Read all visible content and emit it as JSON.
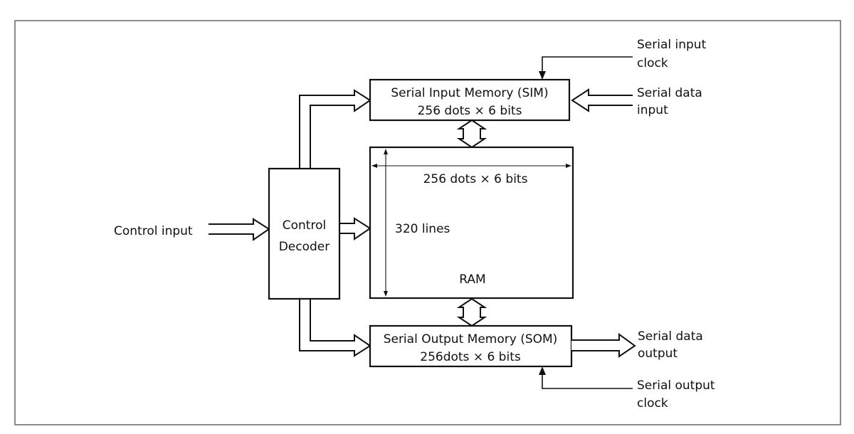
{
  "diagram": {
    "type": "block-diagram",
    "blocks": {
      "sim": {
        "line1": "Serial Input Memory (SIM)",
        "line2": "256 dots × 6 bits"
      },
      "ram": {
        "width_label": "256 dots × 6 bits",
        "height_label": "320 lines",
        "name": "RAM"
      },
      "som": {
        "line1": "Serial Output Memory (SOM)",
        "line2": "256dots × 6 bits"
      },
      "decoder": {
        "line1": "Control",
        "line2": "Decoder"
      }
    },
    "signals": {
      "control_input": "Control input",
      "serial_input_clock": {
        "line1": "Serial input",
        "line2": "clock"
      },
      "serial_data_input": {
        "line1": "Serial data",
        "line2": "input"
      },
      "serial_data_output": {
        "line1": "Serial data",
        "line2": "output"
      },
      "serial_output_clock": {
        "line1": "Serial output",
        "line2": "clock"
      }
    },
    "connections": [
      {
        "from": "Control input",
        "to": "Control Decoder",
        "kind": "bus"
      },
      {
        "from": "Control Decoder",
        "to": "Serial Input Memory (SIM)",
        "kind": "bus"
      },
      {
        "from": "Control Decoder",
        "to": "RAM",
        "kind": "bus"
      },
      {
        "from": "Control Decoder",
        "to": "Serial Output Memory (SOM)",
        "kind": "bus"
      },
      {
        "from": "Serial Input Memory (SIM)",
        "to": "RAM",
        "kind": "bidirectional-bus"
      },
      {
        "from": "RAM",
        "to": "Serial Output Memory (SOM)",
        "kind": "bidirectional-bus"
      },
      {
        "from": "Serial input clock",
        "to": "Serial Input Memory (SIM)",
        "kind": "wire"
      },
      {
        "from": "Serial data input",
        "to": "Serial Input Memory (SIM)",
        "kind": "bus"
      },
      {
        "from": "Serial Output Memory (SOM)",
        "to": "Serial data output",
        "kind": "bus"
      },
      {
        "from": "Serial output clock",
        "to": "Serial Output Memory (SOM)",
        "kind": "wire"
      }
    ]
  }
}
